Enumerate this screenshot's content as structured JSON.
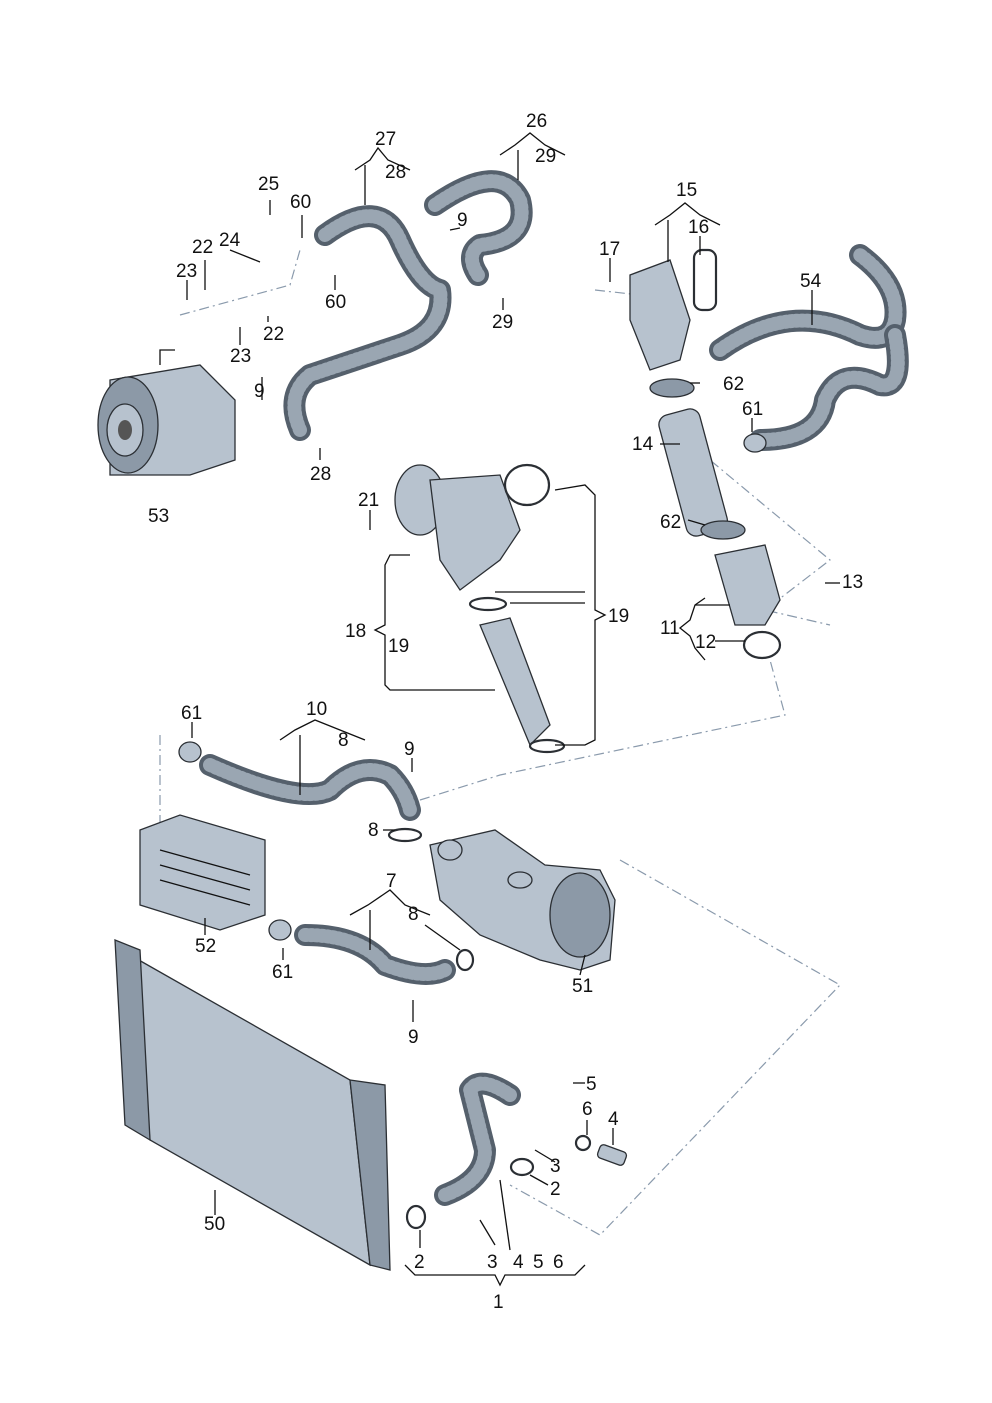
{
  "callouts": {
    "c1": "1",
    "c2a": "2",
    "c2b": "2",
    "c3a": "3",
    "c3b": "3",
    "c4": "4",
    "c4b": "4",
    "c5": "5",
    "c5b": "5",
    "c6": "6",
    "c6b": "6",
    "c7": "7",
    "c8a": "8",
    "c8b": "8",
    "c8c": "8",
    "c9a": "9",
    "c9b": "9",
    "c9c": "9",
    "c9d": "9",
    "c10": "10",
    "c11": "11",
    "c12": "12",
    "c13": "13",
    "c14": "14",
    "c15": "15",
    "c16": "16",
    "c17": "17",
    "c18": "18",
    "c19a": "19",
    "c19b": "19",
    "c21": "21",
    "c22a": "22",
    "c22b": "22",
    "c23a": "23",
    "c23b": "23",
    "c24": "24",
    "c25": "25",
    "c26": "26",
    "c27": "27",
    "c28a": "28",
    "c28b": "28",
    "c29a": "29",
    "c29b": "29",
    "c50": "50",
    "c51": "51",
    "c52": "52",
    "c53": "53",
    "c54": "54",
    "c60a": "60",
    "c60b": "60",
    "c61a": "61",
    "c61b": "61",
    "c61c": "61",
    "c62a": "62",
    "c62b": "62"
  },
  "colors": {
    "hose": "#55606c",
    "metal": "#b7c2ce",
    "line": "#111111",
    "dash": "#8a9aac"
  }
}
